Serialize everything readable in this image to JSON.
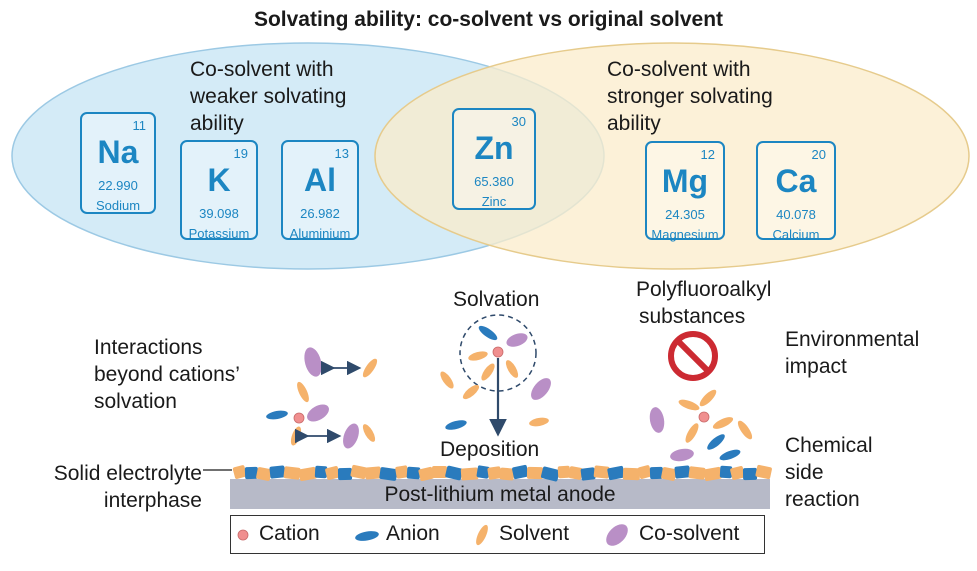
{
  "title": "Solvating ability: co-solvent vs original solvent",
  "venn": {
    "left_label": [
      "Co-solvent with",
      "weaker solvating",
      "ability"
    ],
    "right_label": [
      "Co-solvent with",
      "stronger solvating",
      "ability"
    ],
    "left_color": "#d4ebf7",
    "right_color": "#fbeccb"
  },
  "elements": [
    {
      "number": "11",
      "symbol": "Na",
      "mass": "22.990",
      "name": "Sodium"
    },
    {
      "number": "19",
      "symbol": "K",
      "mass": "39.098",
      "name": "Potassium"
    },
    {
      "number": "13",
      "symbol": "Al",
      "mass": "26.982",
      "name": "Aluminium"
    },
    {
      "number": "30",
      "symbol": "Zn",
      "mass": "65.380",
      "name": "Zinc"
    },
    {
      "number": "12",
      "symbol": "Mg",
      "mass": "24.305",
      "name": "Magnesium"
    },
    {
      "number": "20",
      "symbol": "Ca",
      "mass": "40.078",
      "name": "Calcium"
    }
  ],
  "labels": {
    "solvation": "Solvation",
    "deposition": "Deposition",
    "pfas": [
      "Polyfluoroalkyl",
      "substances"
    ],
    "env_impact": [
      "Environmental",
      "impact"
    ],
    "interactions": [
      "Interactions",
      "beyond cations’",
      "solvation"
    ],
    "sei": [
      "Solid electrolyte",
      "interphase"
    ],
    "chem_side": [
      "Chemical",
      "side",
      "reaction"
    ],
    "anode": "Post-lithium metal anode"
  },
  "legend": {
    "cation": "Cation",
    "anion": "Anion",
    "solvent": "Solvent",
    "cosolvent": "Co-solvent"
  },
  "colors": {
    "element_blue": "#1c86c2",
    "cation": "#f08f8f",
    "anion": "#2a7bbd",
    "solvent": "#f5b26b",
    "cosolvent": "#b98fc6",
    "anode": "#b7bac8",
    "prohibit": "#cc2a32",
    "arrow": "#2f4a6b"
  }
}
